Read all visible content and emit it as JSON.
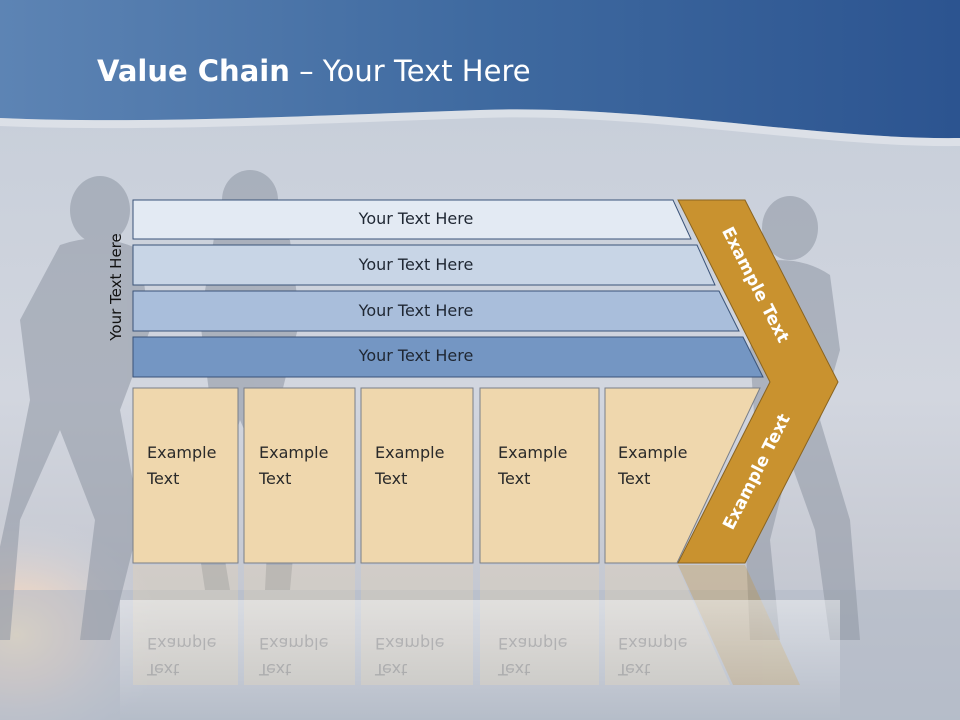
{
  "slide": {
    "title_bold": "Value Chain",
    "title_rest": " – Your Text Here",
    "side_label": "Your Text Here",
    "bars": [
      "Your Text Here",
      "Your Text Here",
      "Your Text Here",
      "Your Text Here"
    ],
    "boxes": [
      {
        "line1": "Example",
        "line2": "Text"
      },
      {
        "line1": "Example",
        "line2": "Text"
      },
      {
        "line1": "Example",
        "line2": "Text"
      },
      {
        "line1": "Example",
        "line2": "Text"
      },
      {
        "line1": "Example",
        "line2": "Text"
      }
    ],
    "chevron_upper": "Example Text",
    "chevron_lower": "Example Text"
  },
  "colors": {
    "header": "#3f6aa0",
    "bar1": "#e3eaf3",
    "bar2": "#c8d5e6",
    "bar3": "#a9bedb",
    "bar4": "#7496c3",
    "box": "#efd7ad",
    "chevron": "#c9922f"
  }
}
